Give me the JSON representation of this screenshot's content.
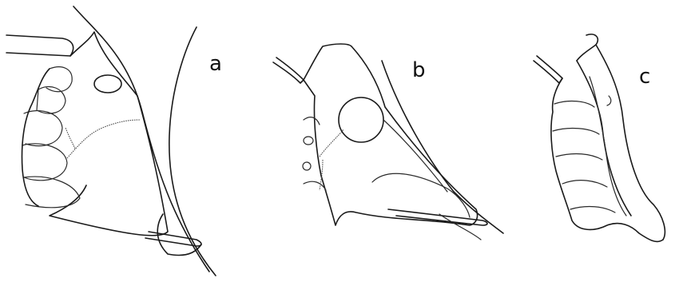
{
  "panels": [
    {
      "id": "a",
      "label": "a"
    },
    {
      "id": "b",
      "label": "b"
    },
    {
      "id": "c",
      "label": "c"
    }
  ]
}
